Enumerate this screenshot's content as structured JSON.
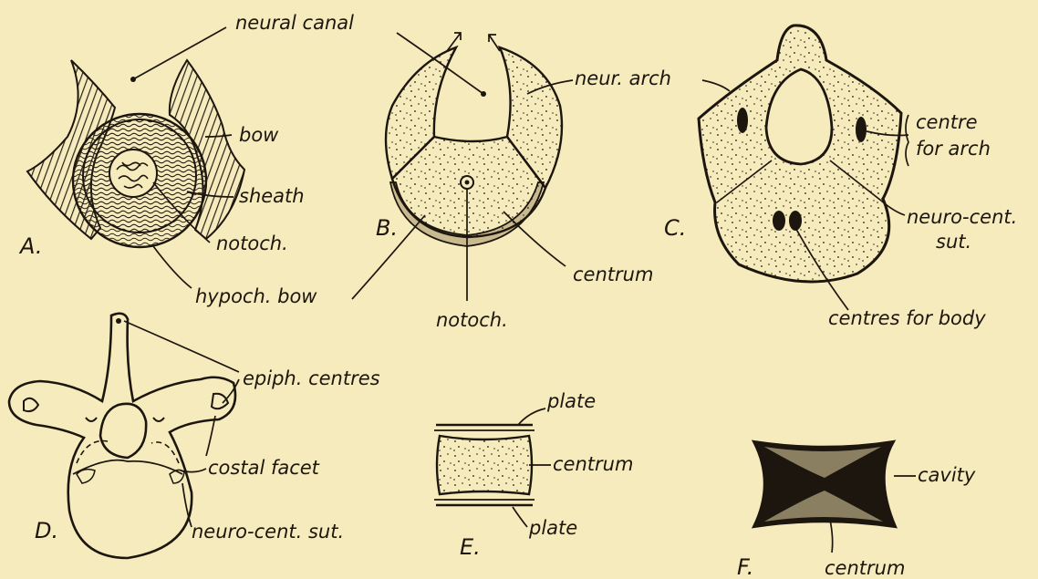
{
  "figures": {
    "A": {
      "letter": "A.",
      "labels": {
        "neural_canal": "neural canal",
        "bow": "bow",
        "sheath": "sheath",
        "notoch": "notoch.",
        "hypoch_bow": "hypoch. bow"
      }
    },
    "B": {
      "letter": "B.",
      "labels": {
        "neur_arch": "neur. arch",
        "notoch": "notoch.",
        "centrum": "centrum"
      }
    },
    "C": {
      "letter": "C.",
      "labels": {
        "centre": "centre",
        "for_arch": "for arch",
        "neuro_cent": "neuro-cent.",
        "sut": "sut.",
        "centres_for_body": "centres for body"
      }
    },
    "D": {
      "letter": "D.",
      "labels": {
        "epiph_centres": "epiph. centres",
        "costal_facet": "costal facet",
        "neuro_cent_sut": "neuro-cent. sut."
      }
    },
    "E": {
      "letter": "E.",
      "labels": {
        "plate_top": "plate",
        "centrum": "centrum",
        "plate_bottom": "plate"
      }
    },
    "F": {
      "letter": "F.",
      "labels": {
        "cavity": "cavity",
        "centrum": "centrum"
      }
    }
  },
  "colors": {
    "paper": "#f6ebbd",
    "ink": "#1c160e"
  }
}
